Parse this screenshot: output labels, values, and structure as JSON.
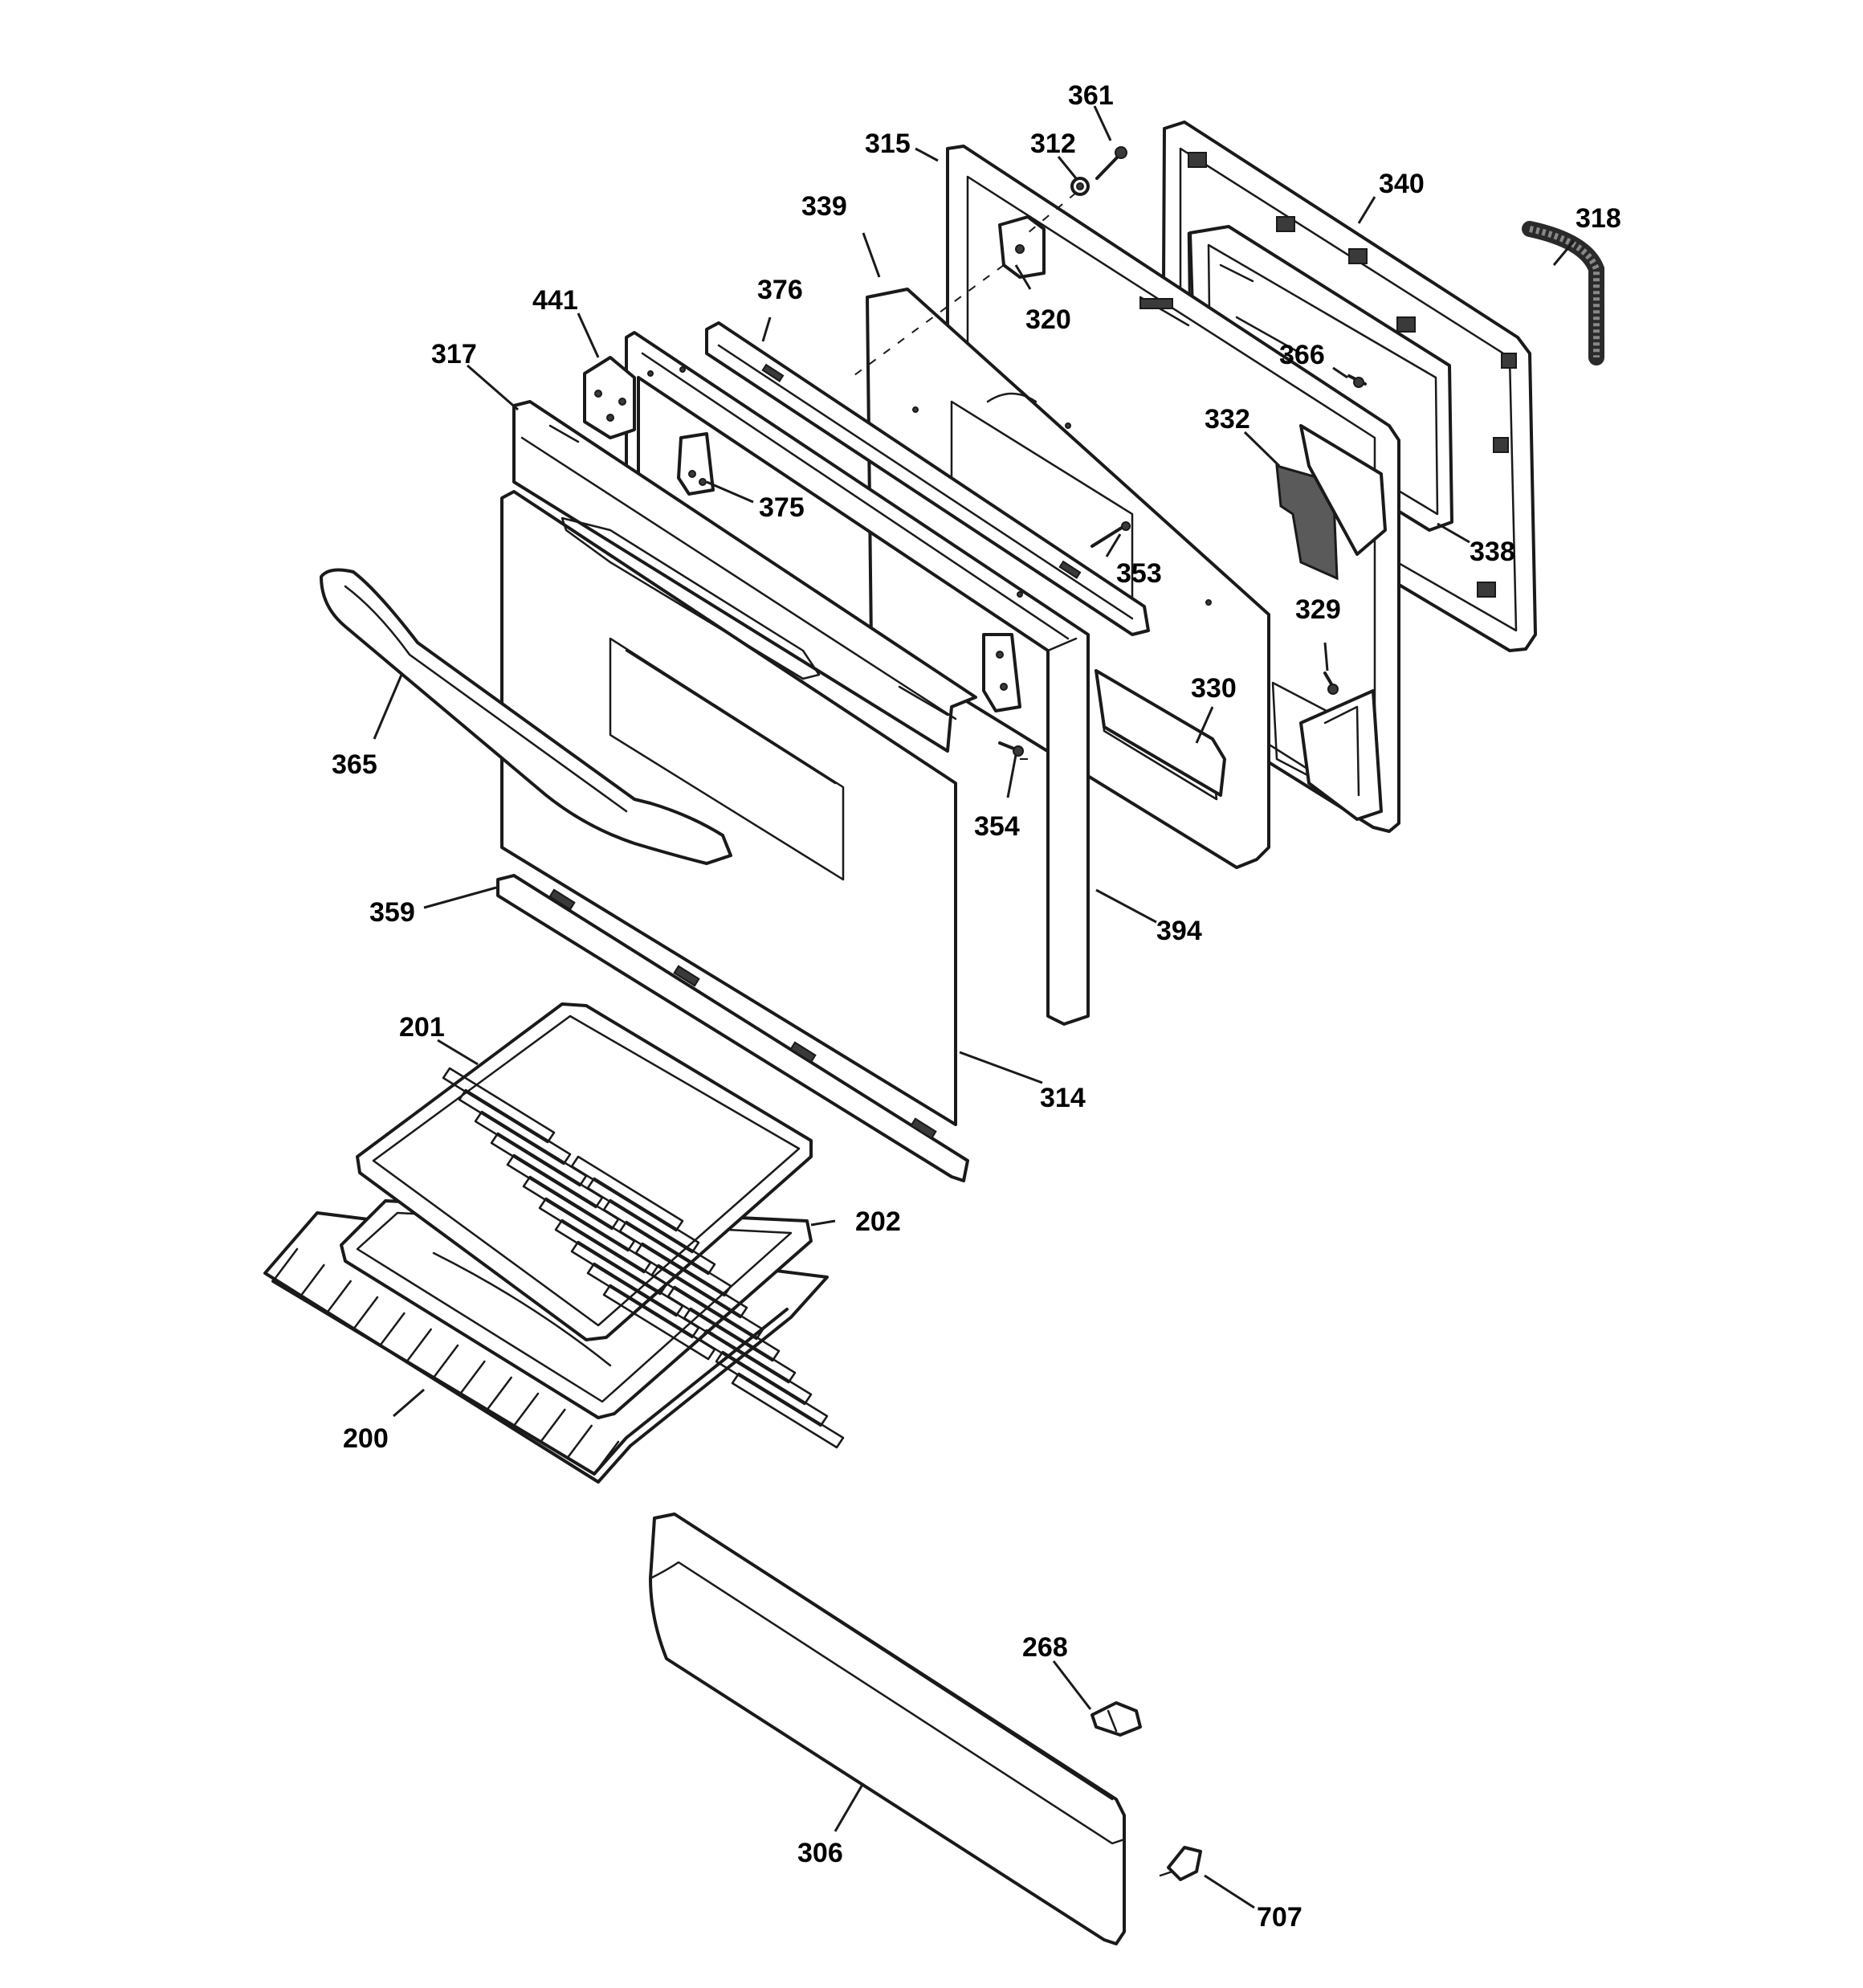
{
  "callouts": [
    {
      "id": "c361",
      "label": "361"
    },
    {
      "id": "c312",
      "label": "312"
    },
    {
      "id": "c315",
      "label": "315"
    },
    {
      "id": "c340",
      "label": "340"
    },
    {
      "id": "c339",
      "label": "339"
    },
    {
      "id": "c318",
      "label": "318"
    },
    {
      "id": "c320",
      "label": "320"
    },
    {
      "id": "c376",
      "label": "376"
    },
    {
      "id": "c441",
      "label": "441"
    },
    {
      "id": "c366",
      "label": "366"
    },
    {
      "id": "c317",
      "label": "317"
    },
    {
      "id": "c332",
      "label": "332"
    },
    {
      "id": "c375",
      "label": "375"
    },
    {
      "id": "c338",
      "label": "338"
    },
    {
      "id": "c353",
      "label": "353"
    },
    {
      "id": "c329",
      "label": "329"
    },
    {
      "id": "c330",
      "label": "330"
    },
    {
      "id": "c365",
      "label": "365"
    },
    {
      "id": "c354",
      "label": "354"
    },
    {
      "id": "c359",
      "label": "359"
    },
    {
      "id": "c394",
      "label": "394"
    },
    {
      "id": "c201",
      "label": "201"
    },
    {
      "id": "c314",
      "label": "314"
    },
    {
      "id": "c202",
      "label": "202"
    },
    {
      "id": "c200",
      "label": "200"
    },
    {
      "id": "c268",
      "label": "268"
    },
    {
      "id": "c306",
      "label": "306"
    },
    {
      "id": "c707",
      "label": "707"
    }
  ]
}
